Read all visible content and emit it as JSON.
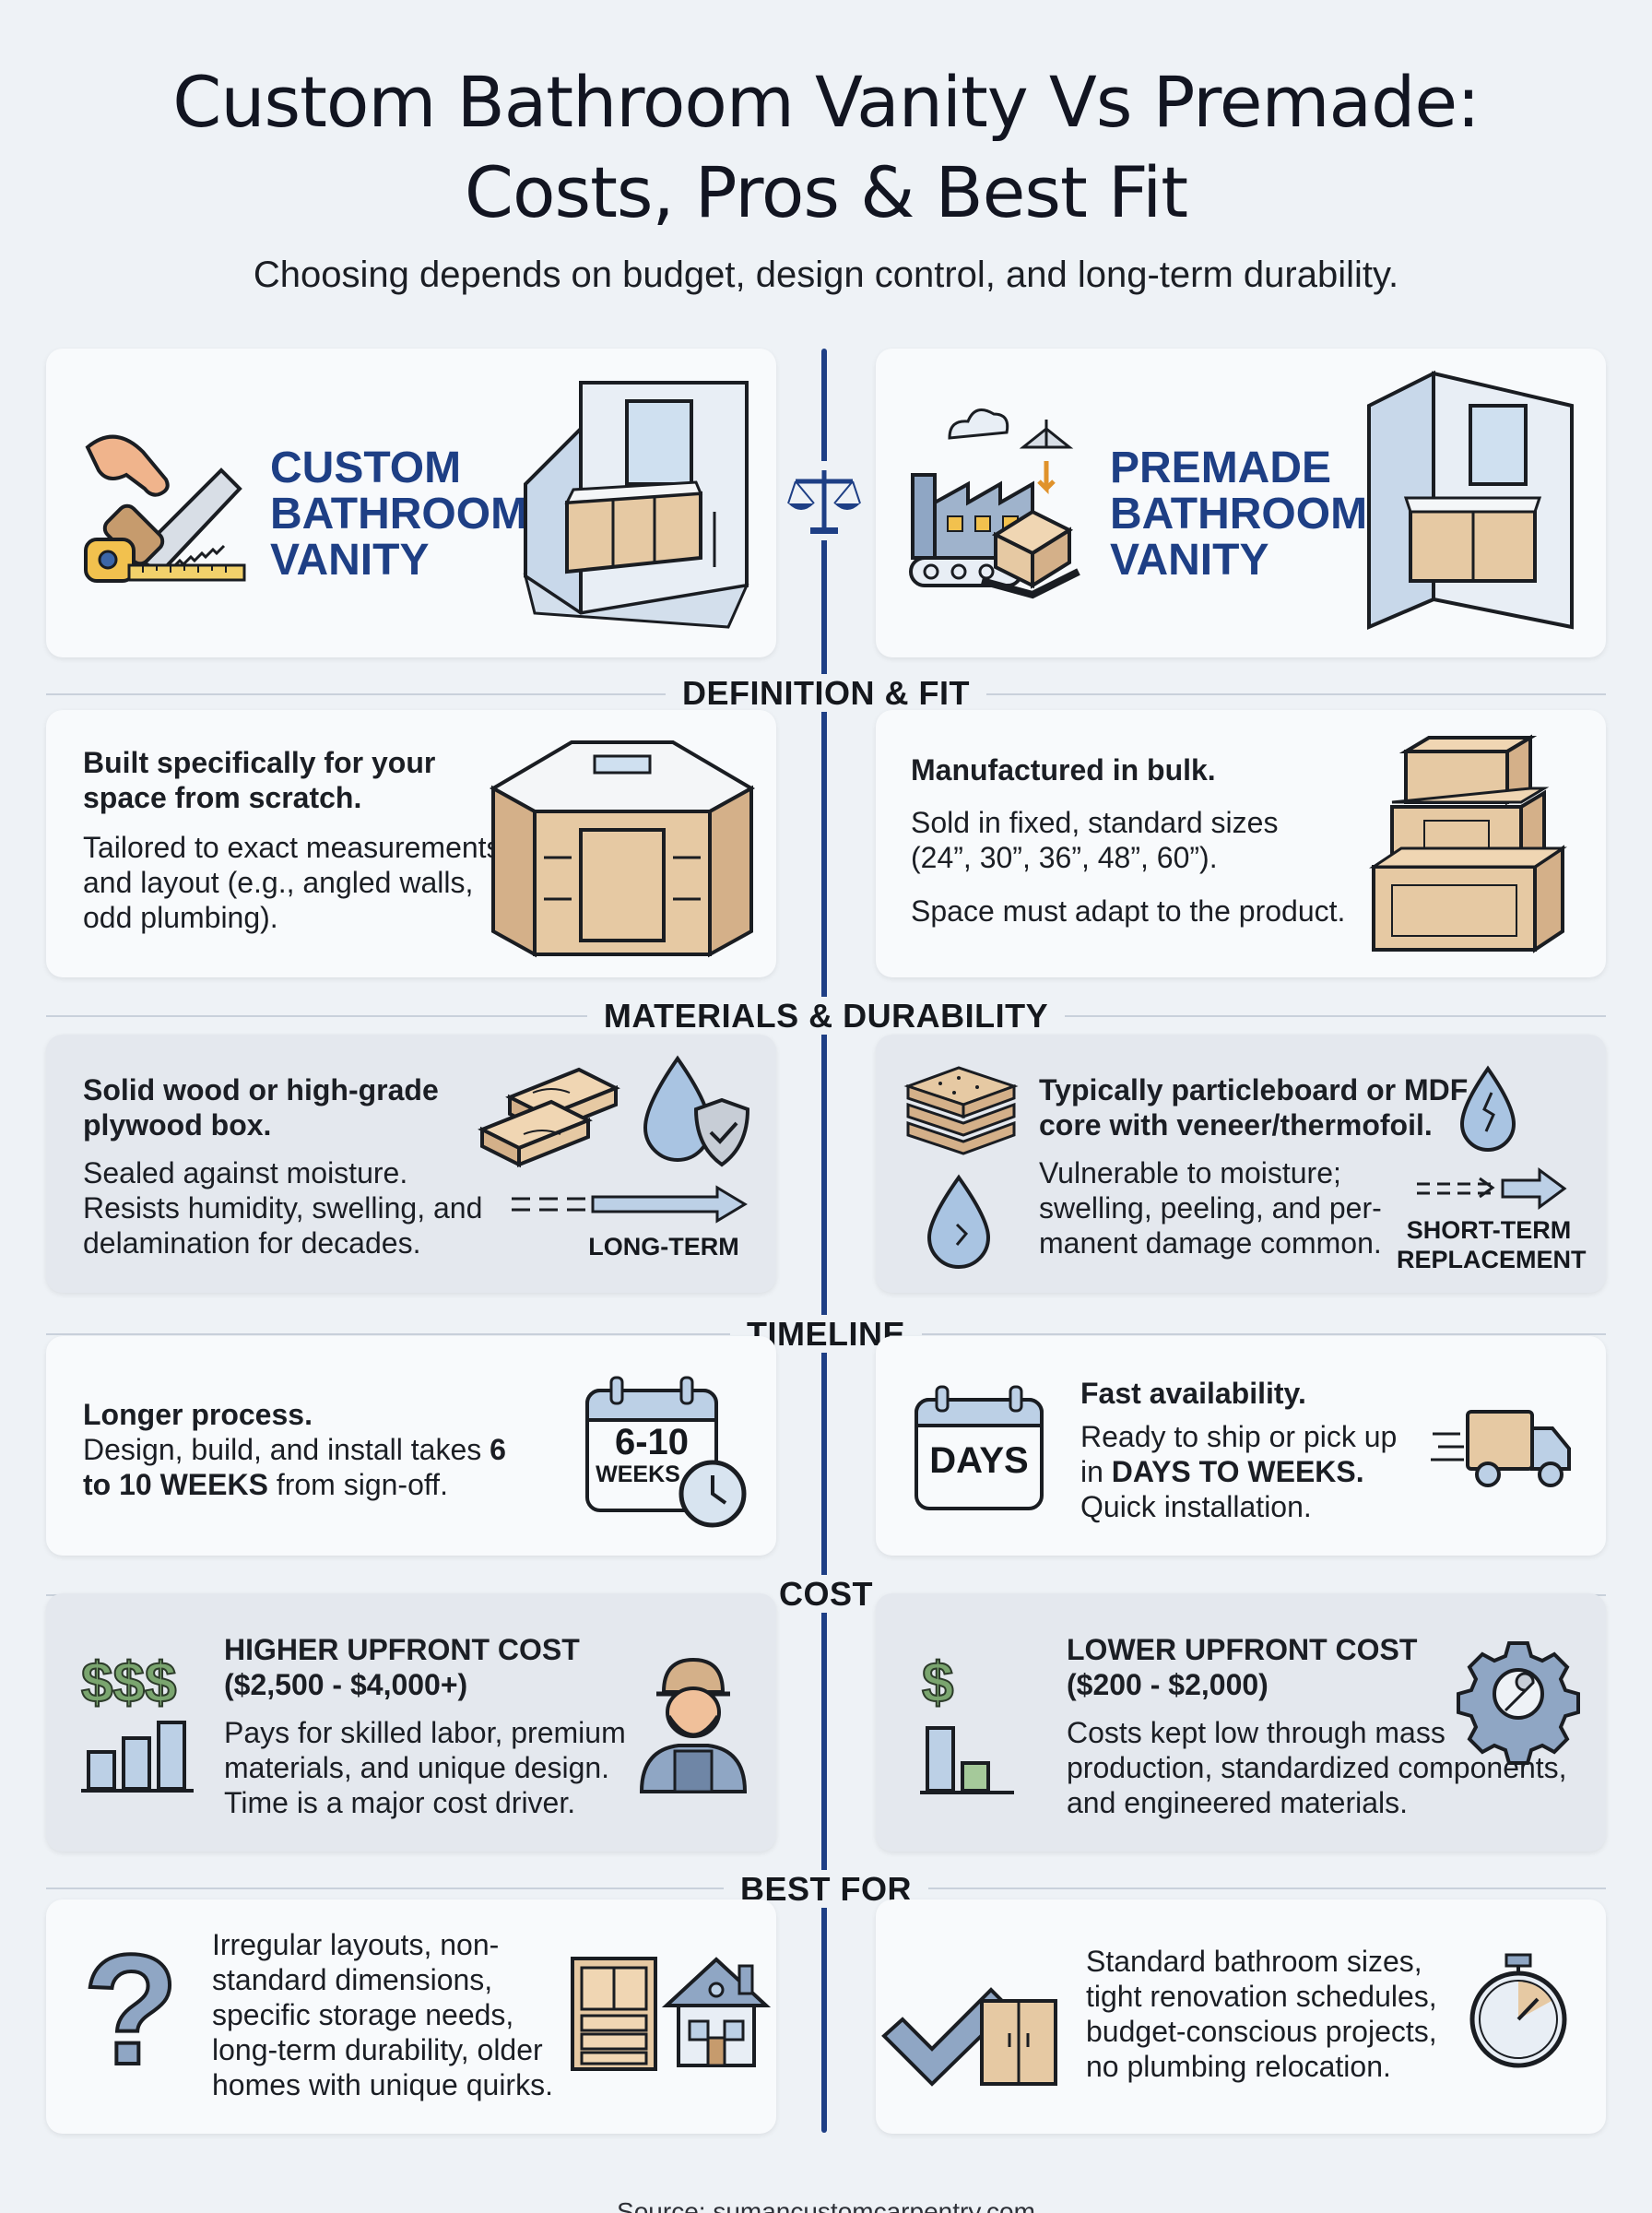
{
  "title": {
    "line1": "Custom Bathroom Vanity Vs Premade:",
    "line2": "Costs, Pros & Best Fit"
  },
  "subtitle": "Choosing depends on budget, design control, and long-term durability.",
  "custom": {
    "heading": "CUSTOM\nBATHROOM\nVANITY",
    "definition": {
      "lead": "Built specifically for your space from scratch.",
      "body": "Tailored to exact measurements and layout (e.g., angled walls, odd plumbing)."
    },
    "materials": {
      "lead": "Solid wood or high-grade plywood box.",
      "body": "Sealed against moisture. Resists humidity, swelling, and delamination for decades.",
      "tag": "LONG-TERM"
    },
    "timeline": {
      "lead": "Longer process.",
      "body_start": "Design, build, and install takes ",
      "body_bold": "6 to 10 WEEKS",
      "body_end": " from sign-off.",
      "calendar_value": "6-10",
      "calendar_unit": "WEEKS"
    },
    "cost": {
      "lead1": "HIGHER UPFRONT COST",
      "lead2": "($2,500 - $4,000+)",
      "body": "Pays for skilled labor, premium materials, and unique design. Time is a major cost driver.",
      "icon_text": "$$$"
    },
    "best_for": "Irregular layouts, non-standard dimensions, specific storage needs, long-term durability, older homes with unique quirks.",
    "question_mark": "?"
  },
  "premade": {
    "heading": "PREMADE\nBATHROOM\nVANITY",
    "definition": {
      "lead": "Manufactured in bulk.",
      "body1": "Sold in fixed, standard sizes (24”, 30”, 36”, 48”, 60”).",
      "body2": "Space must adapt to the product."
    },
    "materials": {
      "lead": "Typically particleboard or MDF core with veneer/thermofoil.",
      "body": "Vulnerable to moisture; swelling, peeling, and per-manent damage common.",
      "tag": "SHORT-TERM REPLACEMENT"
    },
    "timeline": {
      "lead": "Fast availability.",
      "body_start": "Ready to ship or pick up in ",
      "body_bold": "DAYS TO WEEKS.",
      "body_end": "Quick installation.",
      "calendar_value": "DAYS"
    },
    "cost": {
      "lead1": "LOWER UPFRONT COST",
      "lead2": "($200 - $2,000)",
      "body": "Costs kept low through mass production, standardized components, and engineered materials.",
      "icon_text": "$"
    },
    "best_for": "Standard bathroom sizes, tight renovation schedules, budget-conscious projects, no plumbing relocation."
  },
  "sections": {
    "definition": "DEFINITION & FIT",
    "materials": "MATERIALS & DURABILITY",
    "timeline": "TIMELINE",
    "cost": "COST",
    "best_for": "BEST FOR"
  },
  "source": "Source: sumancustomcarpentry.com",
  "colors": {
    "navy": "#1e3f85",
    "wood": "#e6c9a3",
    "light_blue": "#bcd0e6",
    "green": "#7aa56f",
    "dark": "#15181d"
  }
}
